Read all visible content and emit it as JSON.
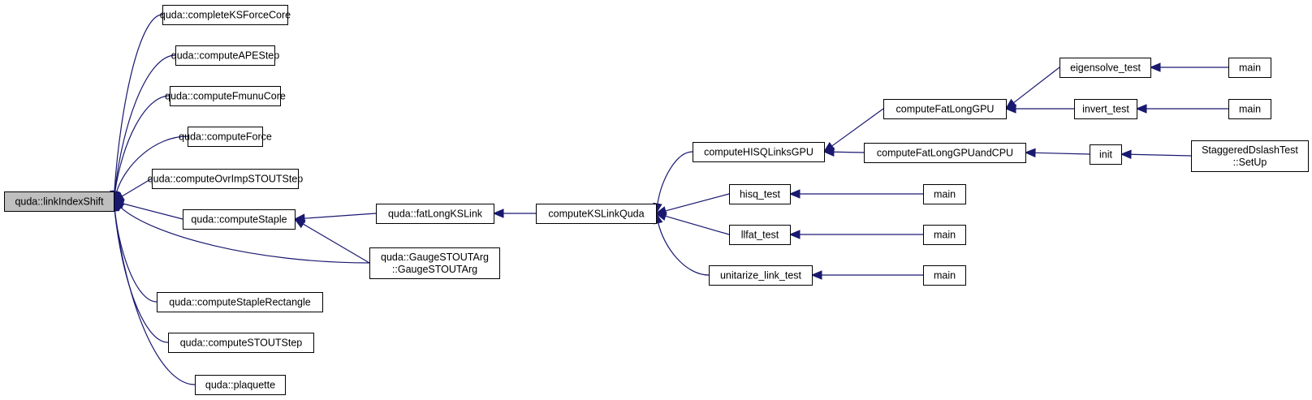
{
  "graph": {
    "nodes": [
      {
        "id": "linkIndexShift",
        "lines": [
          "quda::linkIndexShift"
        ],
        "highlighted": true
      },
      {
        "id": "completeKSForceCore",
        "lines": [
          "quda::completeKSForceCore"
        ]
      },
      {
        "id": "computeAPEStep",
        "lines": [
          "quda::computeAPEStep"
        ]
      },
      {
        "id": "computeFmunuCore",
        "lines": [
          "quda::computeFmunuCore"
        ]
      },
      {
        "id": "computeForce",
        "lines": [
          "quda::computeForce"
        ]
      },
      {
        "id": "computeOvrImpSTOUTStep",
        "lines": [
          "quda::computeOvrImpSTOUTStep"
        ]
      },
      {
        "id": "computeStaple",
        "lines": [
          "quda::computeStaple"
        ]
      },
      {
        "id": "computeStapleRectangle",
        "lines": [
          "quda::computeStapleRectangle"
        ]
      },
      {
        "id": "computeSTOUTStep",
        "lines": [
          "quda::computeSTOUTStep"
        ]
      },
      {
        "id": "plaquette",
        "lines": [
          "quda::plaquette"
        ]
      },
      {
        "id": "fatLongKSLink",
        "lines": [
          "quda::fatLongKSLink"
        ]
      },
      {
        "id": "GaugeSTOUTArg",
        "lines": [
          "quda::GaugeSTOUTArg",
          "::GaugeSTOUTArg"
        ]
      },
      {
        "id": "computeKSLinkQuda",
        "lines": [
          "computeKSLinkQuda"
        ]
      },
      {
        "id": "computeHISQLinksGPU",
        "lines": [
          "computeHISQLinksGPU"
        ]
      },
      {
        "id": "hisq_test",
        "lines": [
          "hisq_test"
        ]
      },
      {
        "id": "llfat_test",
        "lines": [
          "llfat_test"
        ]
      },
      {
        "id": "unitarize_link_test",
        "lines": [
          "unitarize_link_test"
        ]
      },
      {
        "id": "computeFatLongGPU",
        "lines": [
          "computeFatLongGPU"
        ]
      },
      {
        "id": "computeFatLongGPUandCPU",
        "lines": [
          "computeFatLongGPUandCPU"
        ]
      },
      {
        "id": "eigensolve_test",
        "lines": [
          "eigensolve_test"
        ]
      },
      {
        "id": "invert_test",
        "lines": [
          "invert_test"
        ]
      },
      {
        "id": "init",
        "lines": [
          "init"
        ]
      },
      {
        "id": "main_eig",
        "lines": [
          "main"
        ]
      },
      {
        "id": "main_inv",
        "lines": [
          "main"
        ]
      },
      {
        "id": "StaggeredDslashTest",
        "lines": [
          "StaggeredDslashTest",
          "::SetUp"
        ]
      },
      {
        "id": "main_hisq",
        "lines": [
          "main"
        ]
      },
      {
        "id": "main_llfat",
        "lines": [
          "main"
        ]
      },
      {
        "id": "main_unit",
        "lines": [
          "main"
        ]
      }
    ],
    "edges": [
      {
        "caller": "completeKSForceCore",
        "callee": "linkIndexShift"
      },
      {
        "caller": "computeAPEStep",
        "callee": "linkIndexShift"
      },
      {
        "caller": "computeFmunuCore",
        "callee": "linkIndexShift"
      },
      {
        "caller": "computeForce",
        "callee": "linkIndexShift"
      },
      {
        "caller": "computeOvrImpSTOUTStep",
        "callee": "linkIndexShift"
      },
      {
        "caller": "computeStaple",
        "callee": "linkIndexShift"
      },
      {
        "caller": "GaugeSTOUTArg",
        "callee": "linkIndexShift"
      },
      {
        "caller": "computeStapleRectangle",
        "callee": "linkIndexShift"
      },
      {
        "caller": "computeSTOUTStep",
        "callee": "linkIndexShift"
      },
      {
        "caller": "plaquette",
        "callee": "linkIndexShift"
      },
      {
        "caller": "fatLongKSLink",
        "callee": "computeStaple"
      },
      {
        "caller": "GaugeSTOUTArg",
        "callee": "computeStaple"
      },
      {
        "caller": "computeKSLinkQuda",
        "callee": "fatLongKSLink"
      },
      {
        "caller": "computeHISQLinksGPU",
        "callee": "computeKSLinkQuda"
      },
      {
        "caller": "hisq_test",
        "callee": "computeKSLinkQuda"
      },
      {
        "caller": "llfat_test",
        "callee": "computeKSLinkQuda"
      },
      {
        "caller": "unitarize_link_test",
        "callee": "computeKSLinkQuda"
      },
      {
        "caller": "computeFatLongGPU",
        "callee": "computeHISQLinksGPU"
      },
      {
        "caller": "computeFatLongGPUandCPU",
        "callee": "computeHISQLinksGPU"
      },
      {
        "caller": "eigensolve_test",
        "callee": "computeFatLongGPU"
      },
      {
        "caller": "invert_test",
        "callee": "computeFatLongGPU"
      },
      {
        "caller": "init",
        "callee": "computeFatLongGPUandCPU"
      },
      {
        "caller": "main_eig",
        "callee": "eigensolve_test"
      },
      {
        "caller": "main_inv",
        "callee": "invert_test"
      },
      {
        "caller": "StaggeredDslashTest",
        "callee": "init"
      },
      {
        "caller": "main_hisq",
        "callee": "hisq_test"
      },
      {
        "caller": "main_llfat",
        "callee": "llfat_test"
      },
      {
        "caller": "main_unit",
        "callee": "unitarize_link_test"
      }
    ]
  },
  "colors": {
    "edge": "#191970",
    "node_border": "#000000",
    "node_fill": "#ffffff",
    "highlight_fill": "#bfbfbf"
  }
}
